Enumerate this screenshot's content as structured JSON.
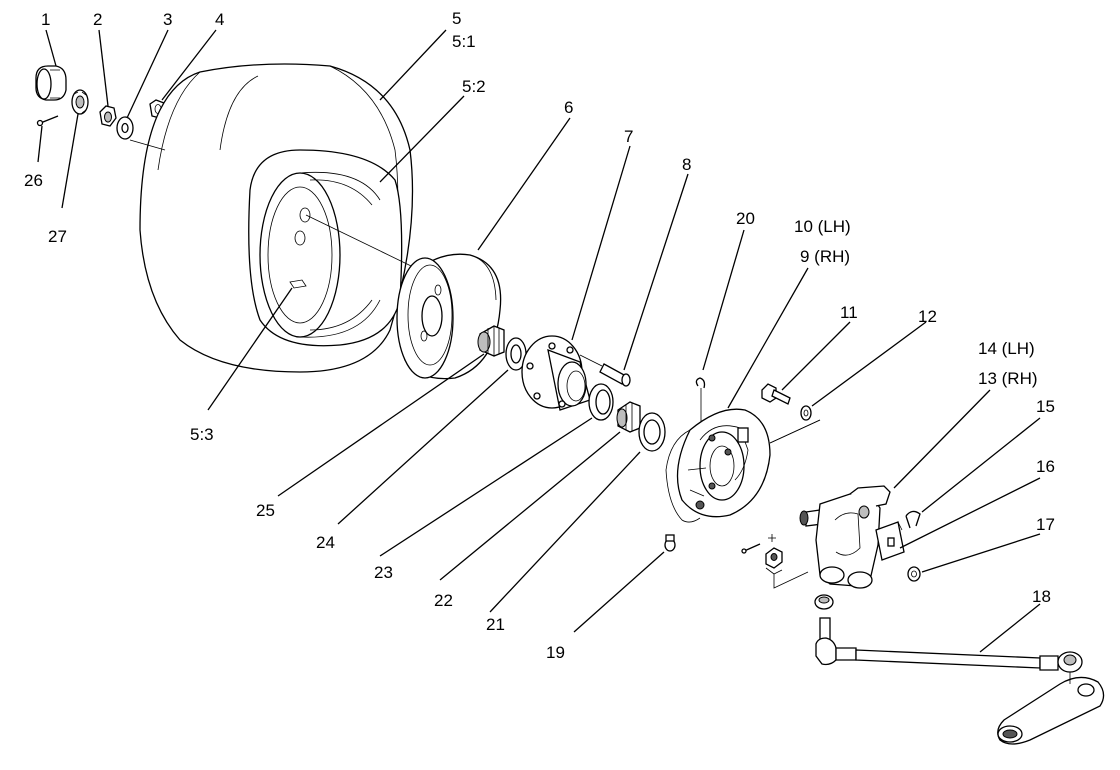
{
  "labels": {
    "l1": "1",
    "l2": "2",
    "l3": "3",
    "l4": "4",
    "l5": "5",
    "l5_1": "5:1",
    "l5_2": "5:2",
    "l5_3": "5:3",
    "l6": "6",
    "l7": "7",
    "l8": "8",
    "l9": "9  (RH)",
    "l10": "10 (LH)",
    "l11": "11",
    "l12": "12",
    "l13": "13  (RH)",
    "l14": "14 (LH)",
    "l15": "15",
    "l16": "16",
    "l17": "17",
    "l18": "18",
    "l19": "19",
    "l20": "20",
    "l21": "21",
    "l22": "22",
    "l23": "23",
    "l24": "24",
    "l25": "25",
    "l26": "26",
    "l27": "27"
  },
  "colors": {
    "line": "#000000",
    "background": "#ffffff",
    "shading": "#bdbdbd"
  }
}
